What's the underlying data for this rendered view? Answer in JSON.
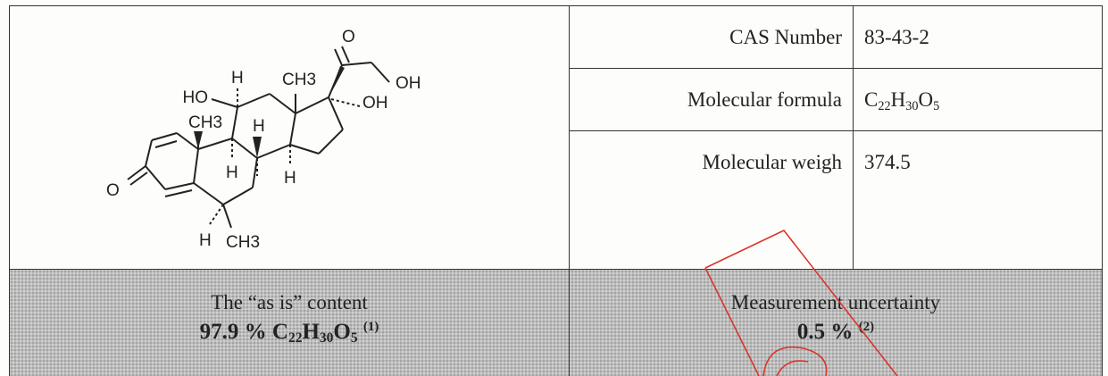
{
  "properties": [
    {
      "label": "CAS Number",
      "value": "83-43-2"
    },
    {
      "label": "Molecular formula",
      "value_parts": [
        "C",
        "22",
        "H",
        "30",
        "O",
        "5"
      ]
    },
    {
      "label": "Molecular weigh",
      "value": "374.5"
    }
  ],
  "structure": {
    "labels": {
      "ho": "HO",
      "oh_side": "OH",
      "oh_chain": "OH",
      "o_ketone": "O",
      "o_ring": "O",
      "ch3_top": "CH3",
      "ch3_mid": "CH3",
      "ch3_bottom": "CH3",
      "h": "H"
    }
  },
  "content": {
    "caption": "The “as is” content",
    "value_prefix": "97.9 % ",
    "formula_parts": [
      "C",
      "22",
      "H",
      "30",
      "O",
      "5"
    ],
    "note": "(1)"
  },
  "uncertainty": {
    "caption": "Measurement uncertainty",
    "value": "0.5 %",
    "note": "(2)"
  },
  "colors": {
    "stamp": "#d9352b",
    "shade": "#bdbdbd"
  }
}
